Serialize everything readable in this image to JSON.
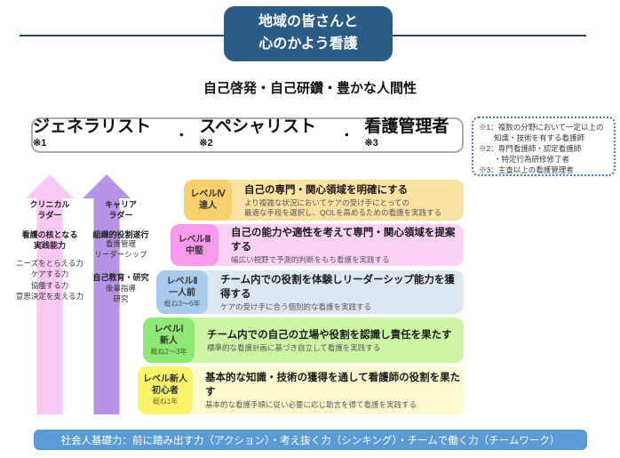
{
  "title_box": {
    "text": "地域の皆さんと\n心のかよう看護"
  },
  "subtitle": "自己啓発・自己研鑽・豊かな人間性",
  "header": {
    "separator": "・",
    "items": [
      {
        "label": "ジェネラリスト",
        "ref": "※1"
      },
      {
        "label": "スペシャリスト",
        "ref": "※2"
      },
      {
        "label": "看護管理者",
        "ref": "※3"
      }
    ]
  },
  "footnotes": "※1：複数の分野において一定以上の\n　　知識・技術を有する看護師\n※2：専門看護師・認定看護師\n　　・特定行為研修修了者\n※3：主査以上の看護管理者",
  "ladders": {
    "clinical": {
      "name": "クリニカル\nラダー",
      "core": "看護の核となる\n実践能力",
      "skills": "ニーズをとらえる力\nケアする力\n協働する力\n意思決定を支える力"
    },
    "career": {
      "name": "キャリア\nラダー",
      "role_heading": "組織的役割遂行",
      "role_items": "看護管理\nリーダーシップ",
      "education_heading": "自己教育・研究",
      "education_items": "後輩指導\n研究"
    }
  },
  "levels": [
    {
      "label": "レベルⅣ\n達人",
      "years": "",
      "title": "自己の専門・関心領域を明確にする",
      "desc": "より複雑な状況においてケアの受け手にとっての\n最適な手段を選択し、QOLを高めるための看護を実践する"
    },
    {
      "label": "レベルⅢ\n中堅",
      "years": "",
      "title": "自己の能力や適性を考えて専門・関心領域を提案する",
      "desc": "幅広い視野で予測的判断をもち看護を実践する"
    },
    {
      "label": "レベルⅡ\n一人前",
      "years": "概ね3～6年",
      "title": "チーム内での役割を体験しリーダーシップ能力を獲得する",
      "desc": "ケアの受け手に合う個別的な看護を実践する"
    },
    {
      "label": "レベルⅠ\n新人",
      "years": "概ね2～3年",
      "title": "チーム内での自己の立場や役割を認識し責任を果たす",
      "desc": "標準的な看護計画に基づき自立して看護を実践する"
    },
    {
      "label": "レベル新人\n初心者",
      "years": "概ね1年",
      "title": "基本的な知識・技術の獲得を通して看護師の役割を果たす",
      "desc": "基本的な看護手順に従い必要に応じ助言を得て看護を実践する"
    }
  ],
  "bottom_bar": "社会人基礎力：前に踏み出す力（アクション）・考え抜く力（シンキング）・チームで働く力（チームワーク）",
  "colors": {
    "title_bg": "#2B5C87",
    "divider": "#24456E",
    "bottom_bar_bg": "#5B9BD5",
    "note_border": "#4472C4",
    "clinical_arrow": "#FAC8F5",
    "career_arrow": "#B793E6",
    "level4_bar": "#FCE2A2",
    "level4_label": "#F9D06E",
    "level3_bar": "#FBD2F5",
    "level3_label": "#F79AEC",
    "level2_bar": "#DDE7F2",
    "level2_label": "#A9CBEC",
    "level1_bar": "#CDF5A6",
    "level1_label": "#8FE873",
    "level_novice_bar": "#FCFBCF",
    "level_novice_label": "#F7F46C"
  }
}
